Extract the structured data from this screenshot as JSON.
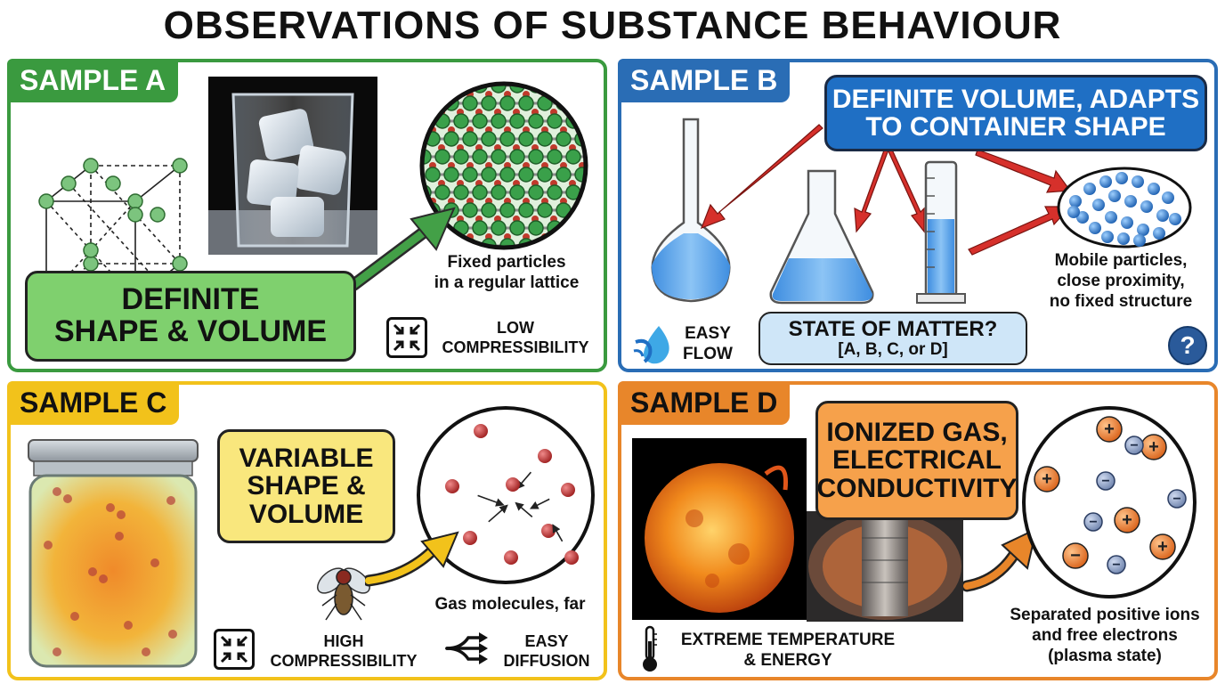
{
  "title": "OBSERVATIONS OF SUBSTANCE BEHAVIOUR",
  "panels": {
    "a": {
      "tag": "SAMPLE A",
      "headline": "DEFINITE\nSHAPE & VOLUME",
      "caption": "Fixed particles\nin a regular lattice",
      "property": "LOW\nCOMPRESSIBILITY",
      "color": "#3a9a3f"
    },
    "b": {
      "tag": "SAMPLE B",
      "headline": "DEFINITE VOLUME, ADAPTS\nTO CONTAINER SHAPE",
      "caption": "Mobile particles,\nclose proximity,\nno fixed structure",
      "flow": "EASY\nFLOW",
      "question": "STATE OF MATTER?",
      "options": "[A, B, C, or D]",
      "help": "?",
      "color": "#2a6db5"
    },
    "c": {
      "tag": "SAMPLE C",
      "headline": "VARIABLE\nSHAPE &\nVOLUME",
      "caption": "Gas molecules, far",
      "compress": "HIGH\nCOMPRESSIBILITY",
      "diffusion": "EASY\nDIFFUSION",
      "color": "#f2c21b"
    },
    "d": {
      "tag": "SAMPLE D",
      "headline": "IONIZED GAS,\nELECTRICAL\nCONDUCTIVITY",
      "caption": "Separated positive ions\nand free electrons\n(plasma state)",
      "temperature": "EXTREME TEMPERATURE\n& ENERGY",
      "color": "#e8862a"
    }
  }
}
